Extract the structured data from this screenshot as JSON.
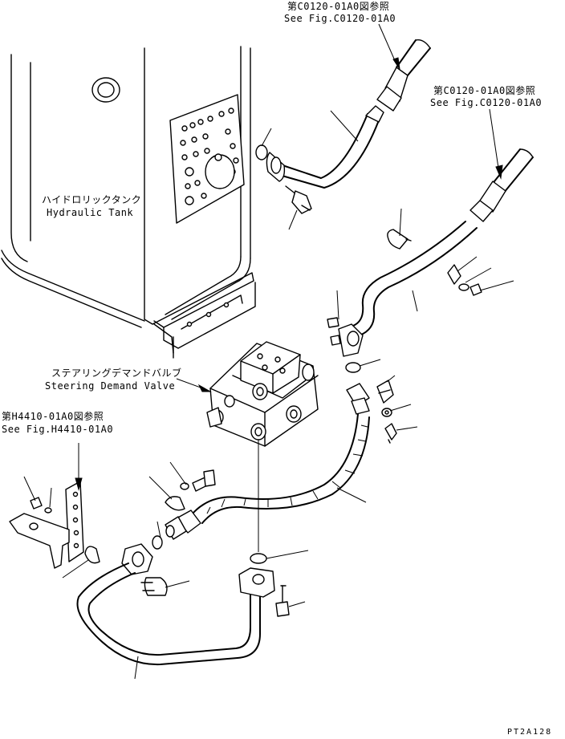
{
  "labels": {
    "ref_top_jp": "第C0120-01A0図参照",
    "ref_top_en": "See Fig.C0120-01A0",
    "ref_right_jp": "第C0120-01A0図参照",
    "ref_right_en": "See Fig.C0120-01A0",
    "tank_jp": "ハイドロリックタンク",
    "tank_en": "Hydraulic Tank",
    "valve_jp": "ステアリングデマンドバルブ",
    "valve_en": "Steering Demand Valve",
    "ref_left_jp": "第H4410-01A0図参照",
    "ref_left_en": "See Fig.H4410-01A0",
    "drawing_code": "PT2A128"
  }
}
